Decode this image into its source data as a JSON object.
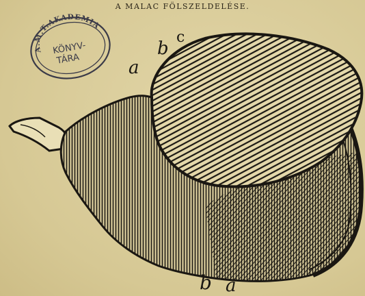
{
  "caption": "A MALAC FÖLSZELDELÉSE.",
  "stamp": {
    "top_text": "A.M.T.AKADEMIA",
    "line1": "KÖNYV-",
    "line2": "TÁRA",
    "color": "#3a3a48"
  },
  "labels": {
    "a_top": "a",
    "b_top": "b",
    "c_top": "c",
    "b_bottom": "b",
    "a_bottom": "a"
  },
  "colors": {
    "paper": "#d9cc9c",
    "ink": "#1a1712"
  }
}
